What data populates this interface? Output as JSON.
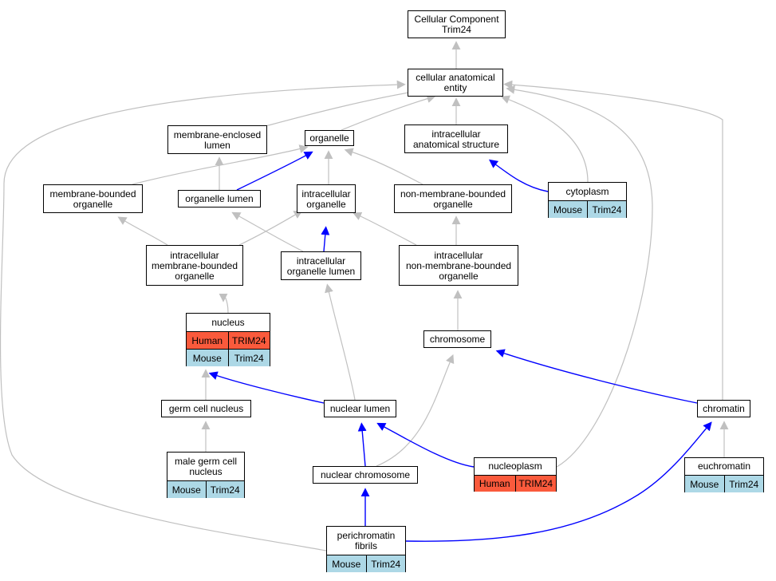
{
  "diagram": {
    "nodes": {
      "cc": {
        "label": "Cellular Component\nTrim24"
      },
      "cae": {
        "label": "cellular anatomical\nentity"
      },
      "mel": {
        "label": "membrane-enclosed\nlumen"
      },
      "org": {
        "label": "organelle"
      },
      "ias": {
        "label": "intracellular\nanatomical structure"
      },
      "mbo": {
        "label": "membrane-bounded\norganelle"
      },
      "orgl": {
        "label": "organelle lumen"
      },
      "io": {
        "label": "intracellular\norganelle"
      },
      "nmbo": {
        "label": "non-membrane-bounded\norganelle"
      },
      "cyto": {
        "label": "cytoplasm",
        "rows": [
          {
            "species": "Mouse",
            "gene": "Trim24"
          }
        ]
      },
      "imbo": {
        "label": "intracellular\nmembrane-bounded\norganelle"
      },
      "iol": {
        "label": "intracellular\norganelle lumen"
      },
      "inmbo": {
        "label": "intracellular\nnon-membrane-bounded\norganelle"
      },
      "nuc": {
        "label": "nucleus",
        "rows": [
          {
            "species": "Human",
            "gene": "TRIM24"
          },
          {
            "species": "Mouse",
            "gene": "Trim24"
          }
        ]
      },
      "chr": {
        "label": "chromosome"
      },
      "gcn": {
        "label": "germ cell nucleus"
      },
      "nl": {
        "label": "nuclear lumen"
      },
      "chrm": {
        "label": "chromatin"
      },
      "mgcn": {
        "label": "male germ cell\nnucleus",
        "rows": [
          {
            "species": "Mouse",
            "gene": "Trim24"
          }
        ]
      },
      "nchr": {
        "label": "nuclear chromosome"
      },
      "nplasm": {
        "label": "nucleoplasm",
        "rows": [
          {
            "species": "Human",
            "gene": "TRIM24"
          }
        ]
      },
      "euchr": {
        "label": "euchromatin",
        "rows": [
          {
            "species": "Mouse",
            "gene": "Trim24"
          }
        ]
      },
      "pf": {
        "label": "perichromatin\nfibrils",
        "rows": [
          {
            "species": "Mouse",
            "gene": "Trim24"
          }
        ]
      }
    },
    "edges": [
      {
        "from": "cae",
        "to": "cc",
        "type": "is_a"
      },
      {
        "from": "mel",
        "to": "cae",
        "type": "is_a"
      },
      {
        "from": "org",
        "to": "cae",
        "type": "is_a"
      },
      {
        "from": "ias",
        "to": "cae",
        "type": "is_a"
      },
      {
        "from": "cyto",
        "to": "cae",
        "type": "is_a"
      },
      {
        "from": "chrm",
        "to": "cae",
        "type": "is_a"
      },
      {
        "from": "nplasm",
        "to": "cae",
        "type": "is_a"
      },
      {
        "from": "pf",
        "to": "cae",
        "type": "is_a"
      },
      {
        "from": "mbo",
        "to": "org",
        "type": "is_a"
      },
      {
        "from": "orgl",
        "to": "mel",
        "type": "is_a"
      },
      {
        "from": "orgl",
        "to": "org",
        "type": "part_of"
      },
      {
        "from": "io",
        "to": "org",
        "type": "is_a"
      },
      {
        "from": "io",
        "to": "ias",
        "type": "part_of"
      },
      {
        "from": "nmbo",
        "to": "org",
        "type": "is_a"
      },
      {
        "from": "cyto",
        "to": "ias",
        "type": "part_of"
      },
      {
        "from": "imbo",
        "to": "mbo",
        "type": "is_a"
      },
      {
        "from": "imbo",
        "to": "io",
        "type": "is_a"
      },
      {
        "from": "iol",
        "to": "orgl",
        "type": "is_a"
      },
      {
        "from": "iol",
        "to": "io",
        "type": "part_of"
      },
      {
        "from": "inmbo",
        "to": "io",
        "type": "is_a"
      },
      {
        "from": "inmbo",
        "to": "nmbo",
        "type": "is_a"
      },
      {
        "from": "nuc",
        "to": "imbo",
        "type": "is_a"
      },
      {
        "from": "chr",
        "to": "inmbo",
        "type": "is_a"
      },
      {
        "from": "gcn",
        "to": "nuc",
        "type": "is_a"
      },
      {
        "from": "nl",
        "to": "nuc",
        "type": "part_of"
      },
      {
        "from": "nl",
        "to": "iol",
        "type": "is_a"
      },
      {
        "from": "chrm",
        "to": "chr",
        "type": "part_of"
      },
      {
        "from": "mgcn",
        "to": "gcn",
        "type": "is_a"
      },
      {
        "from": "nchr",
        "to": "nl",
        "type": "part_of"
      },
      {
        "from": "nchr",
        "to": "chr",
        "type": "is_a"
      },
      {
        "from": "nplasm",
        "to": "nl",
        "type": "part_of"
      },
      {
        "from": "euchr",
        "to": "chrm",
        "type": "is_a"
      },
      {
        "from": "pf",
        "to": "nchr",
        "type": "part_of"
      },
      {
        "from": "pf",
        "to": "chrm",
        "type": "part_of"
      }
    ],
    "colors": {
      "is_a": "#c0c0c0",
      "part_of": "#0000ff",
      "human": "#fa5a3c",
      "mouse": "#add8e6"
    }
  }
}
